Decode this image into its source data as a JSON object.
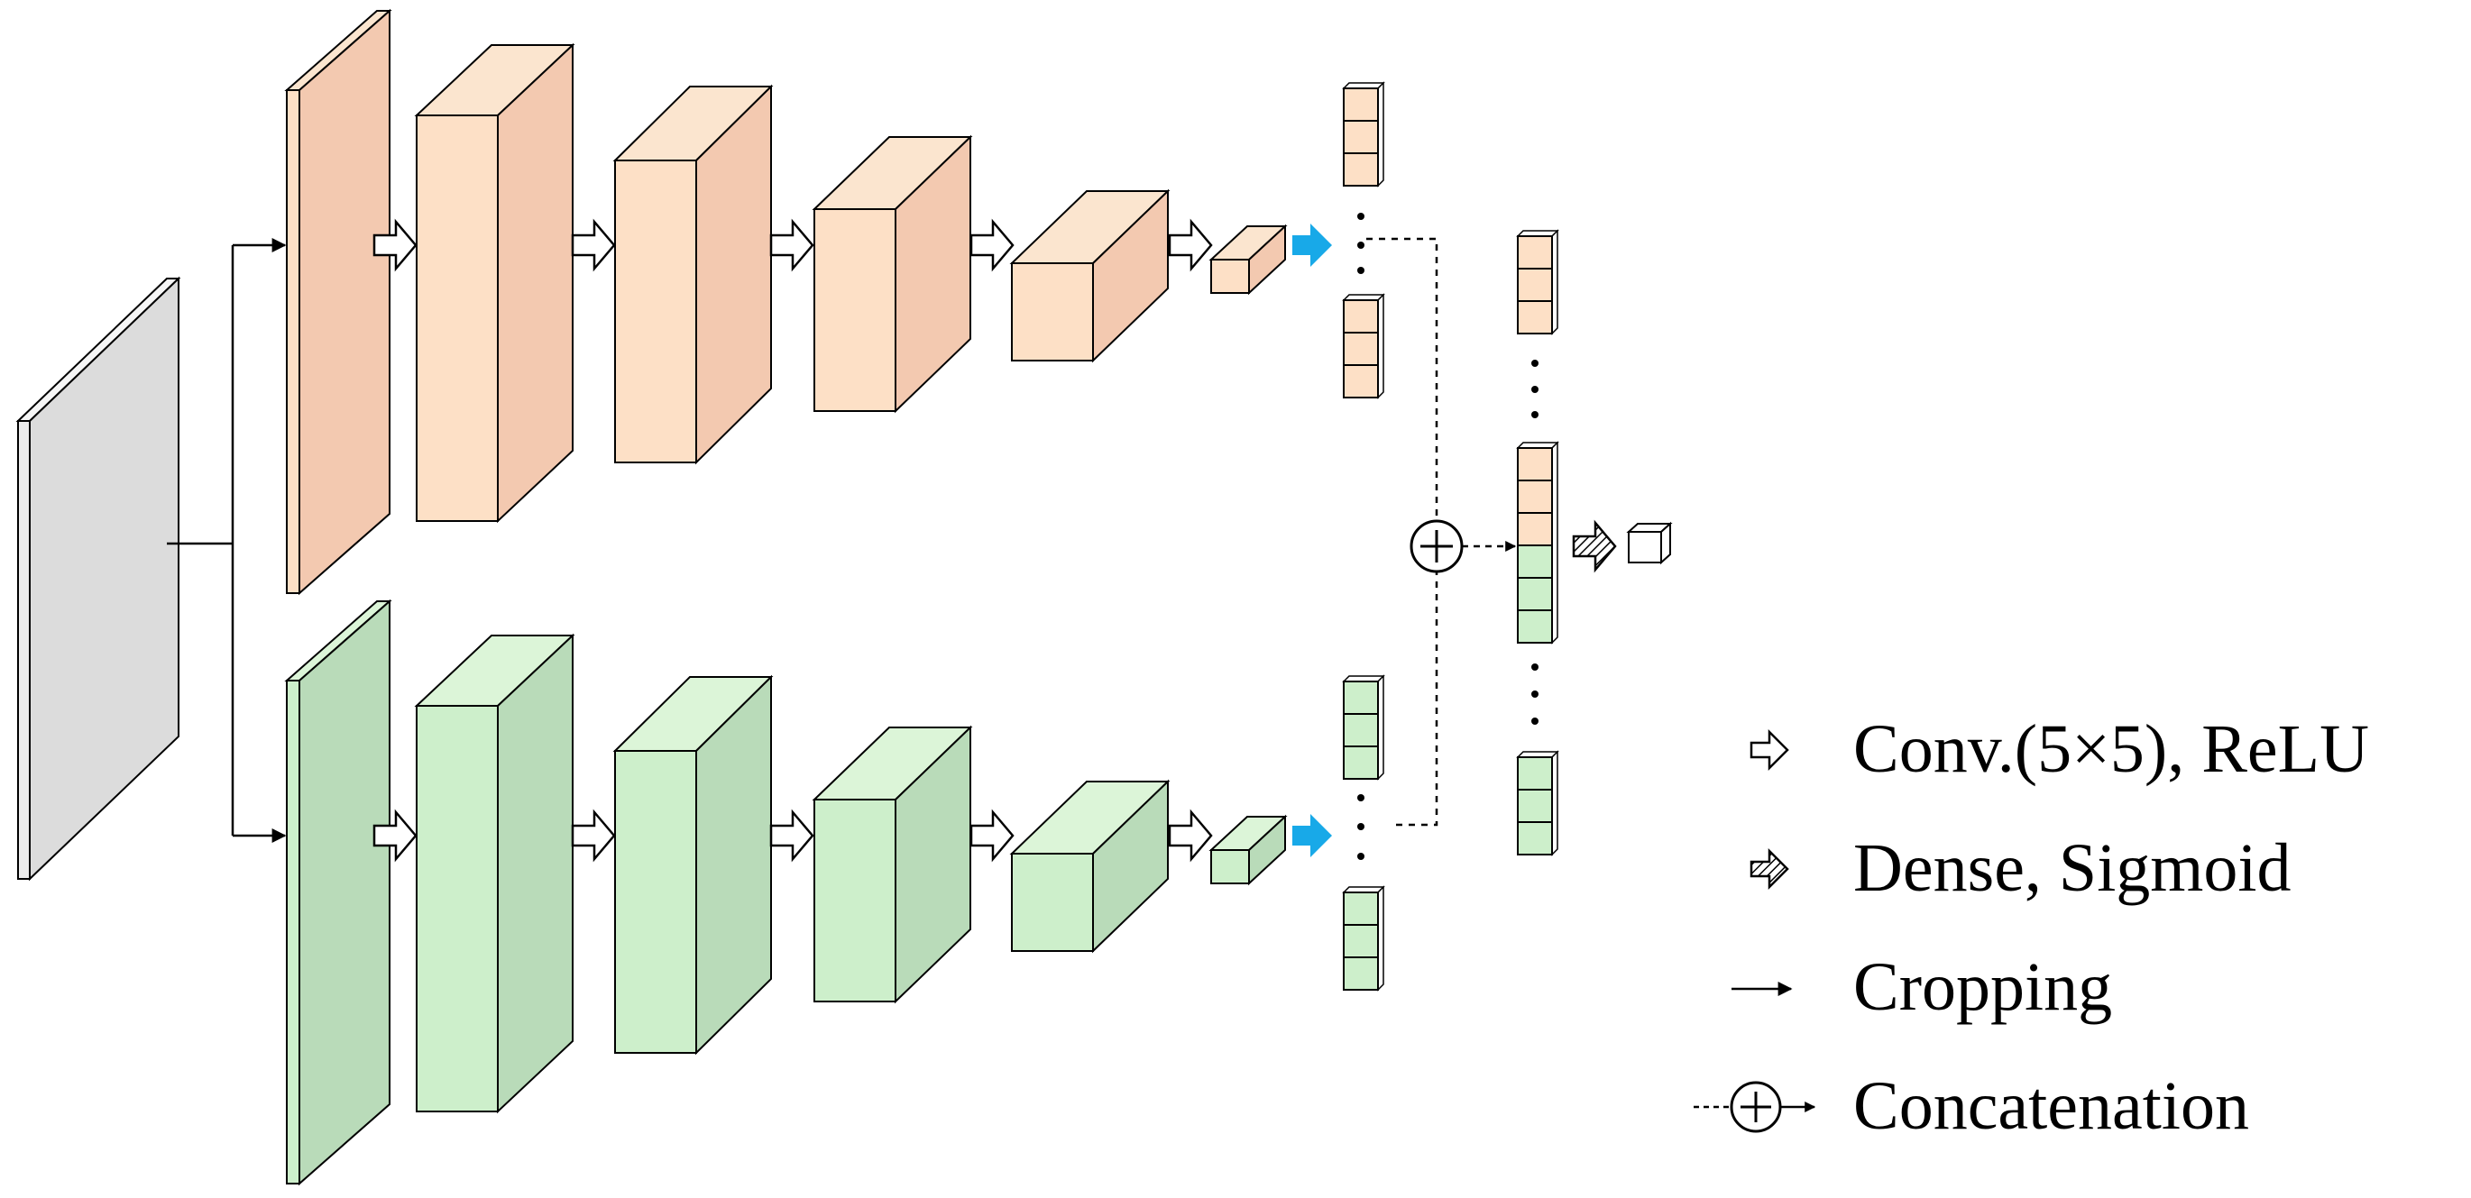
{
  "legend": {
    "conv": "Conv.(5×5), ReLU",
    "dense": "Dense, Sigmoid",
    "crop": "Cropping",
    "concat": "Concatenation"
  },
  "colors": {
    "orange_front": "#fde0c6",
    "orange_top": "#fbe5cf",
    "orange_side": "#f3c9b0",
    "green_front": "#cdefcb",
    "green_top": "#dcf5d8",
    "green_side": "#b9dbb9",
    "input_front": "#ececec",
    "input_side": "#dcdcdc",
    "blue_arrow": "#18a9e8"
  }
}
